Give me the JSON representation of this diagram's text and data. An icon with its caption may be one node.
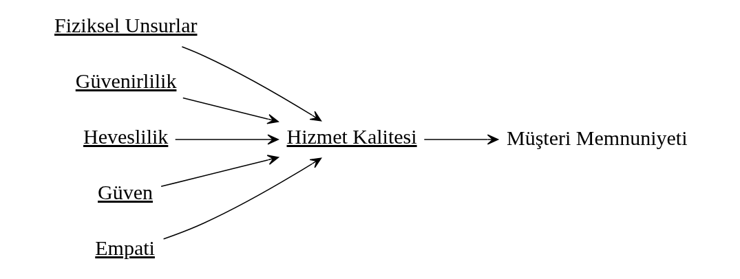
{
  "diagram": {
    "nodes": [
      {
        "text": [
          "Fiziksel Unsurlar"
        ]
      },
      {
        "text": [
          "Güvenirlilik"
        ]
      },
      {
        "text": [
          "Heveslilik"
        ]
      },
      {
        "text": [
          "Güven"
        ]
      },
      {
        "text": [
          "Empati"
        ]
      },
      {
        "text": [
          "Hizmet Kalitesi"
        ]
      },
      {
        "text": [
          "Müşteri Memnuniyeti"
        ]
      }
    ],
    "edges": [
      {
        "from": 0,
        "to": 5,
        "arrow": "to"
      },
      {
        "from": 1,
        "to": 5,
        "arrow": "to"
      },
      {
        "from": 2,
        "to": 5,
        "arrow": "to"
      },
      {
        "from": 3,
        "to": 5,
        "arrow": "to"
      },
      {
        "from": 4,
        "to": 5,
        "arrow": "to"
      },
      {
        "from": 5,
        "to": 6,
        "arrow": "to"
      }
    ]
  }
}
